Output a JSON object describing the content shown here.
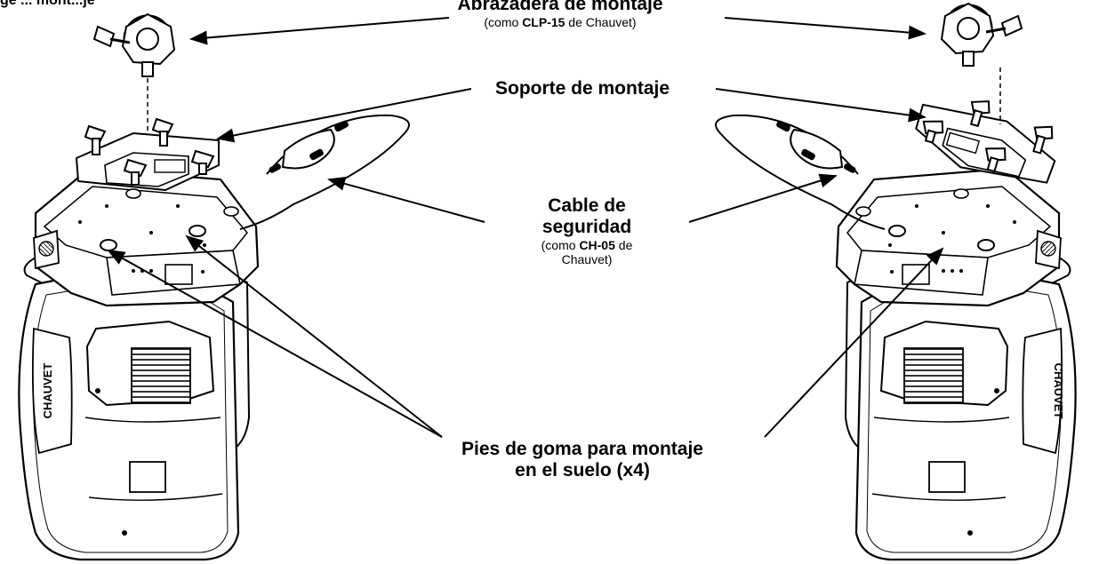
{
  "title_partial": "ge ... mont...je",
  "labels": {
    "clamp": {
      "title": "Abrazadera de montaje",
      "sub_prefix": "(como ",
      "sub_bold": "CLP-15",
      "sub_suffix": " de Chauvet)"
    },
    "bracket": {
      "title": "Soporte de montaje"
    },
    "cable": {
      "title_line1": "Cable de",
      "title_line2": "seguridad",
      "sub_prefix": "(como ",
      "sub_bold": "CH-05",
      "sub_suffix": " de",
      "sub_line2": "Chauvet)"
    },
    "feet": {
      "title_line1": "Pies de goma para montaje",
      "title_line2": "en el suelo (x4)"
    }
  },
  "logo_text": "CHAUVET",
  "colors": {
    "ink": "#000000",
    "fixture_fill": "#ffffff",
    "screen": "#333333"
  }
}
